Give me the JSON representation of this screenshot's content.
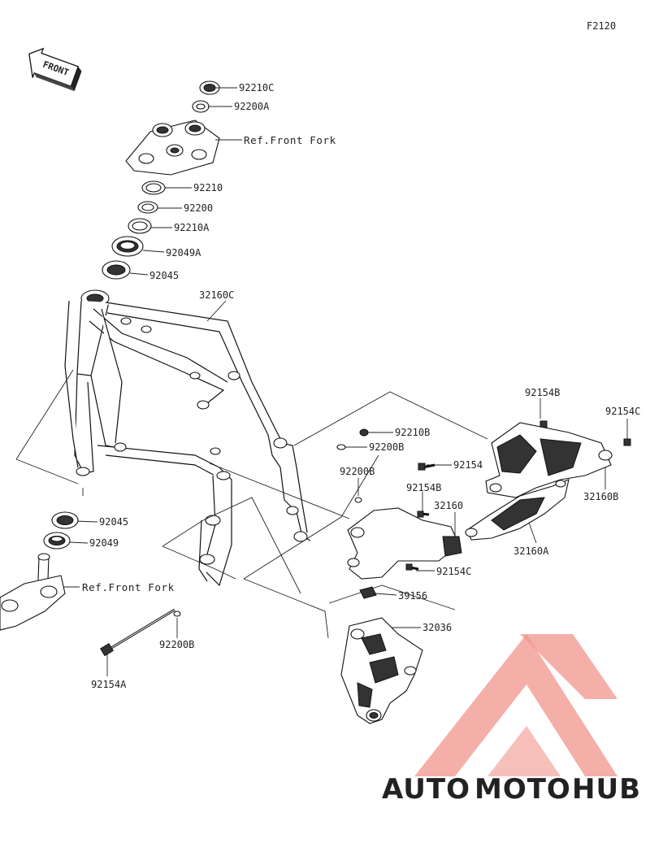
{
  "diagram_code": "F2120",
  "front_badge": "FRONT",
  "callouts": {
    "c92210C": "92210C",
    "c92200A": "92200A",
    "ref_fork_top": "Ref.Front Fork",
    "c92210": "92210",
    "c92200": "92200",
    "c92210A": "92210A",
    "c92049A": "92049A",
    "c92045_top": "92045",
    "c32160C": "32160C",
    "c92154B_top": "92154B",
    "c92154C_top": "92154C",
    "c92210B": "92210B",
    "c92200B_right": "92200B",
    "c92200B_mid": "92200B",
    "c92154": "92154",
    "c92154B_mid": "92154B",
    "c32160": "32160",
    "c32160B": "32160B",
    "c32160A": "32160A",
    "c92154C_mid": "92154C",
    "c39156": "39156",
    "c32036": "32036",
    "c92045_low": "92045",
    "c92049": "92049",
    "ref_fork_low": "Ref.Front Fork",
    "c92200B_low": "92200B",
    "c92154A": "92154A"
  },
  "watermark": {
    "part1": "AUTO",
    "part2": "MOTO",
    "part3": "HUB",
    "color_primary": "#f4a58f",
    "color_secondary": "#f6c27a",
    "color_dark": "#5a5a5a",
    "logo_color": "#f08a80"
  }
}
